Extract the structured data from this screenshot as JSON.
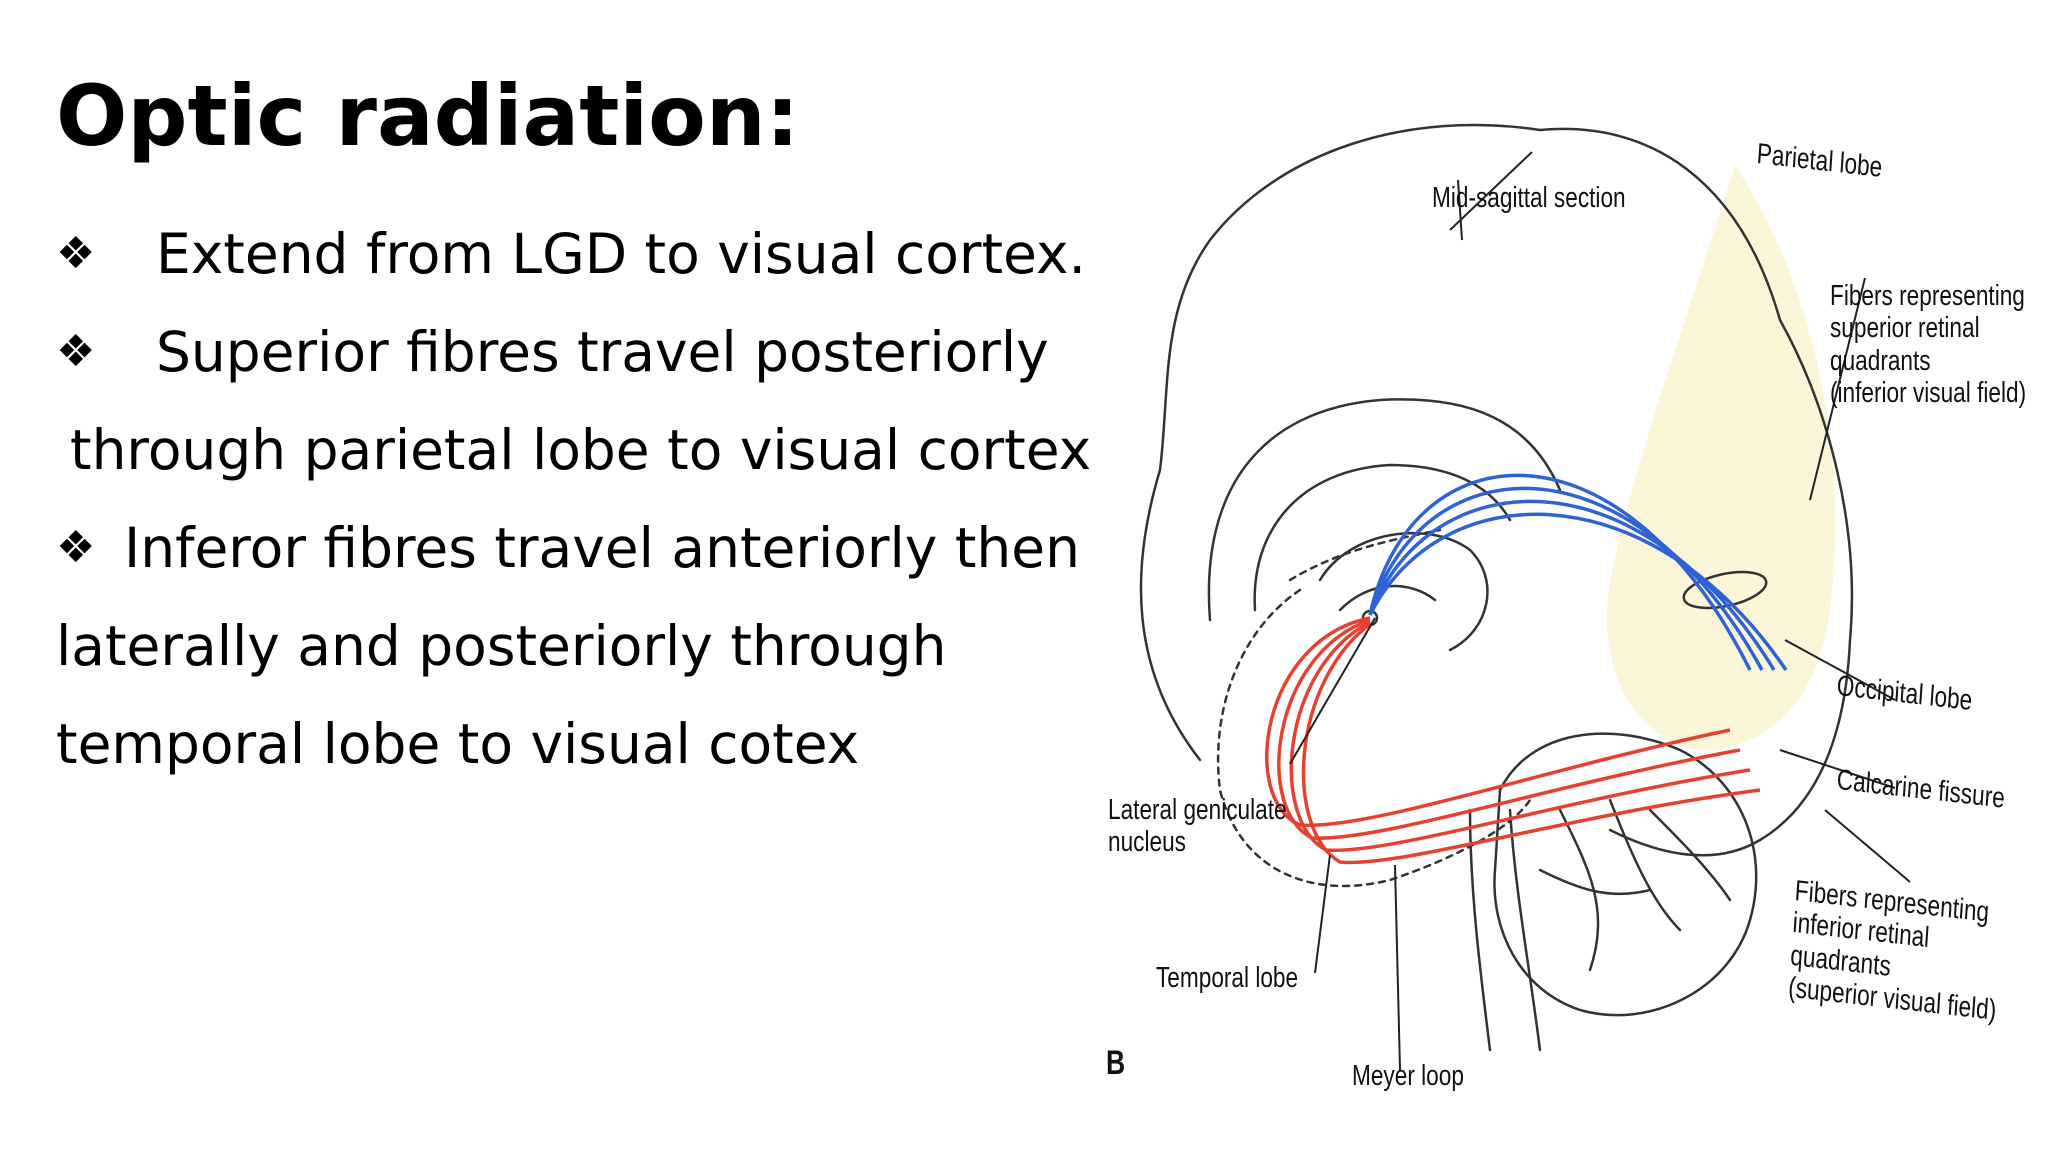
{
  "slide": {
    "title": "Optic radiation:",
    "bullet_symbol": "❖",
    "lines": [
      "Extend from LGD to visual cortex.",
      "Superior fibres travel posteriorly",
      "through parietal lobe to visual cortex",
      "Inferor fibres travel anteriorly then",
      "laterally and posteriorly through",
      "temporal lobe to visual cotex"
    ]
  },
  "diagram": {
    "panel_letter": "B",
    "labels": {
      "mid_sagittal": "Mid-sagittal section",
      "parietal": "Parietal lobe",
      "fibers_superior": [
        "Fibers representing",
        "superior retinal",
        "quadrants",
        "(inferior visual field)"
      ],
      "occipital": "Occipital lobe",
      "calcarine": "Calcarine fissure",
      "fibers_inferior": [
        "Fibers representing",
        "inferior retinal",
        "quadrants",
        "(superior visual field)"
      ],
      "lgn": [
        "Lateral geniculate",
        "nucleus"
      ],
      "temporal": "Temporal lobe",
      "meyer": "Meyer loop"
    },
    "colors": {
      "superior_fibers": "#2e63d6",
      "inferior_fibers": "#e8402f",
      "occipital_fill": "#fbf6d8",
      "outline": "#333333"
    }
  }
}
